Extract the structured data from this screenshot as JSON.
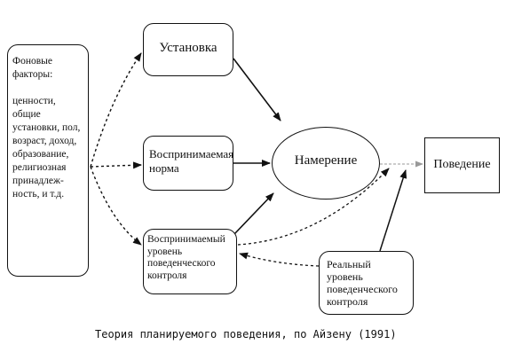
{
  "nodes": {
    "background": "Фоновые\nфакторы:\n\nценности,\nобщие\nустановки, пол,\nвозраст, доход,\nобразование,\nрелигиозная\nпринадлеж-\nность, и т.д.",
    "attitude": "Установка",
    "norm": "Воспринимаемая\nнорма",
    "pbc": "Воспринимаемый\nуровень\nповеденческого\nконтроля",
    "intention": "Намерение",
    "behavior": "Поведение",
    "actual_control": "Реальный\nуровень\nповеденческого\nконтроля"
  },
  "caption": "Теория планируемого поведения, по Айзену (1991)"
}
